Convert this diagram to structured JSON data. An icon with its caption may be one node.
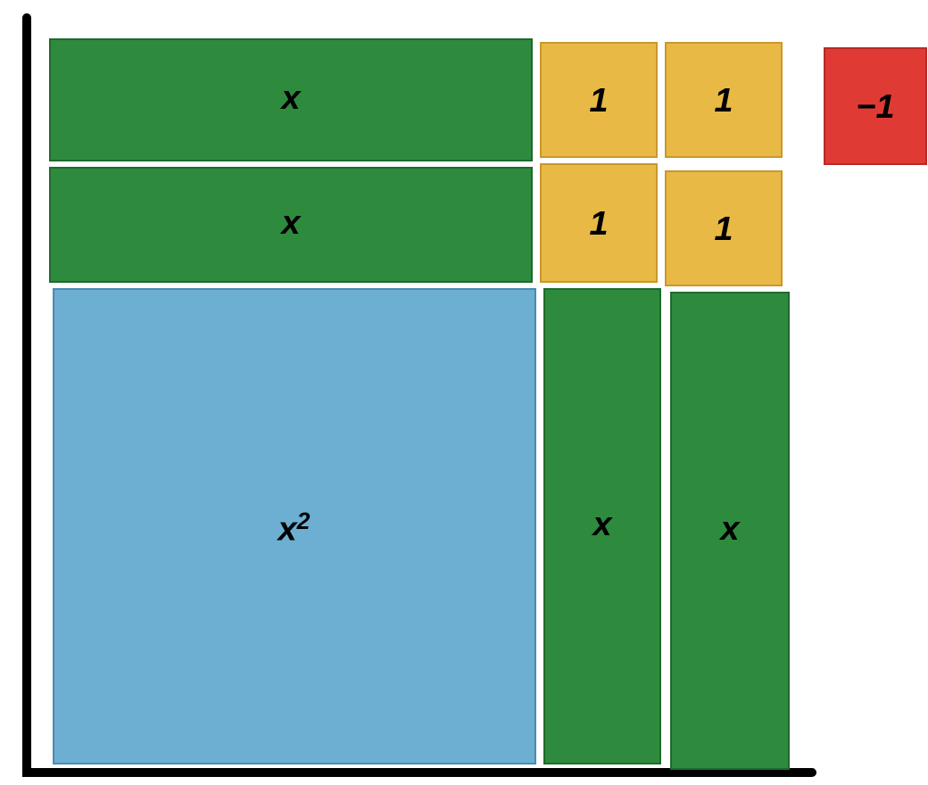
{
  "diagram": {
    "nodes": [
      {
        "text": [
          "x"
        ]
      },
      {
        "text": [
          "x"
        ]
      },
      {
        "text": [
          "1"
        ]
      },
      {
        "text": [
          "1"
        ]
      },
      {
        "text": [
          "−1"
        ]
      },
      {
        "text": [
          "1"
        ]
      },
      {
        "text": [
          "1"
        ]
      },
      {
        "text": [
          "x$^{2}$"
        ]
      },
      {
        "text": [
          "x"
        ]
      },
      {
        "text": [
          "x"
        ]
      }
    ]
  }
}
